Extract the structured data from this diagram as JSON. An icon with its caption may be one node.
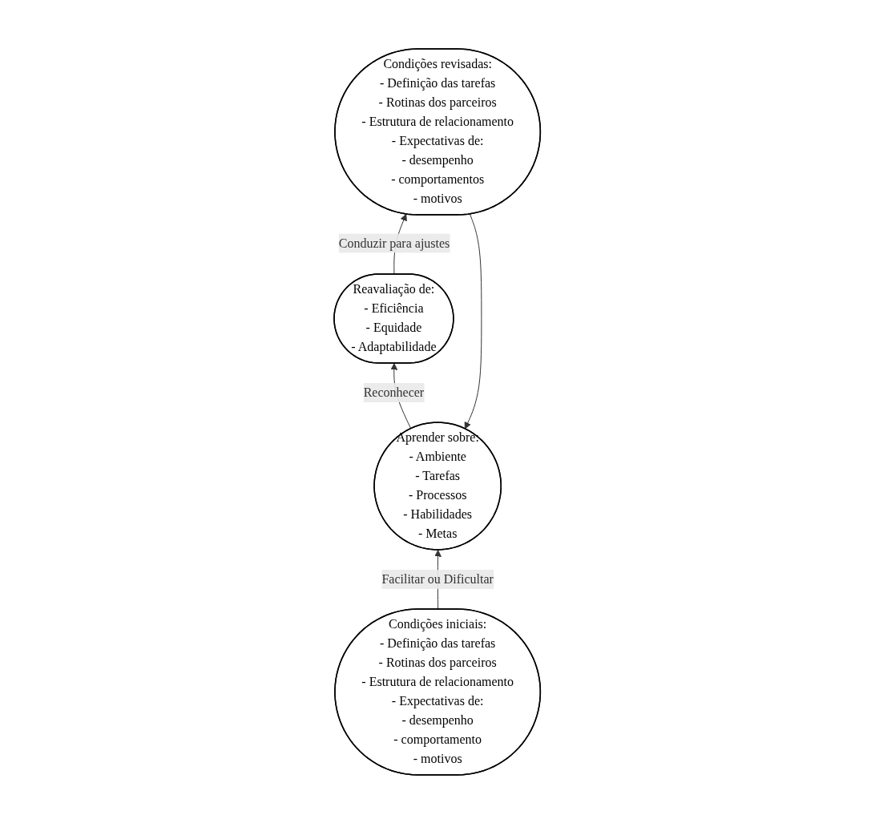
{
  "diagram": {
    "nodes": [
      {
        "text": [
          "Condições revisadas:",
          "- Definição das tarefas",
          "- Rotinas dos parceiros",
          "- Estrutura de relacionamento",
          "- Expectativas de:",
          "- desempenho",
          "- comportamentos",
          "- motivos"
        ]
      },
      {
        "text": [
          "Reavaliação de:",
          "- Eficiência",
          "- Equidade",
          "- Adaptabilidade"
        ]
      },
      {
        "text": [
          "Aprender sobre:",
          "- Ambiente",
          "- Tarefas",
          "- Processos",
          "- Habilidades",
          "- Metas"
        ]
      },
      {
        "text": [
          "Condições iniciais:",
          "- Definição das tarefas",
          "- Rotinas dos parceiros",
          "- Estrutura de relacionamento",
          "- Expectativas de:",
          "- desempenho",
          "- comportamento",
          "- motivos"
        ]
      }
    ],
    "edges": [
      {
        "from": 1,
        "to": 0,
        "arrow": "to",
        "label": "Conduzir para ajustes"
      },
      {
        "from": 0,
        "to": 2,
        "arrow": "to"
      },
      {
        "from": 2,
        "to": 1,
        "arrow": "to",
        "label": "Reconhecer"
      },
      {
        "from": 3,
        "to": 2,
        "arrow": "to",
        "label": "Facilitar ou Dificultar"
      }
    ]
  }
}
